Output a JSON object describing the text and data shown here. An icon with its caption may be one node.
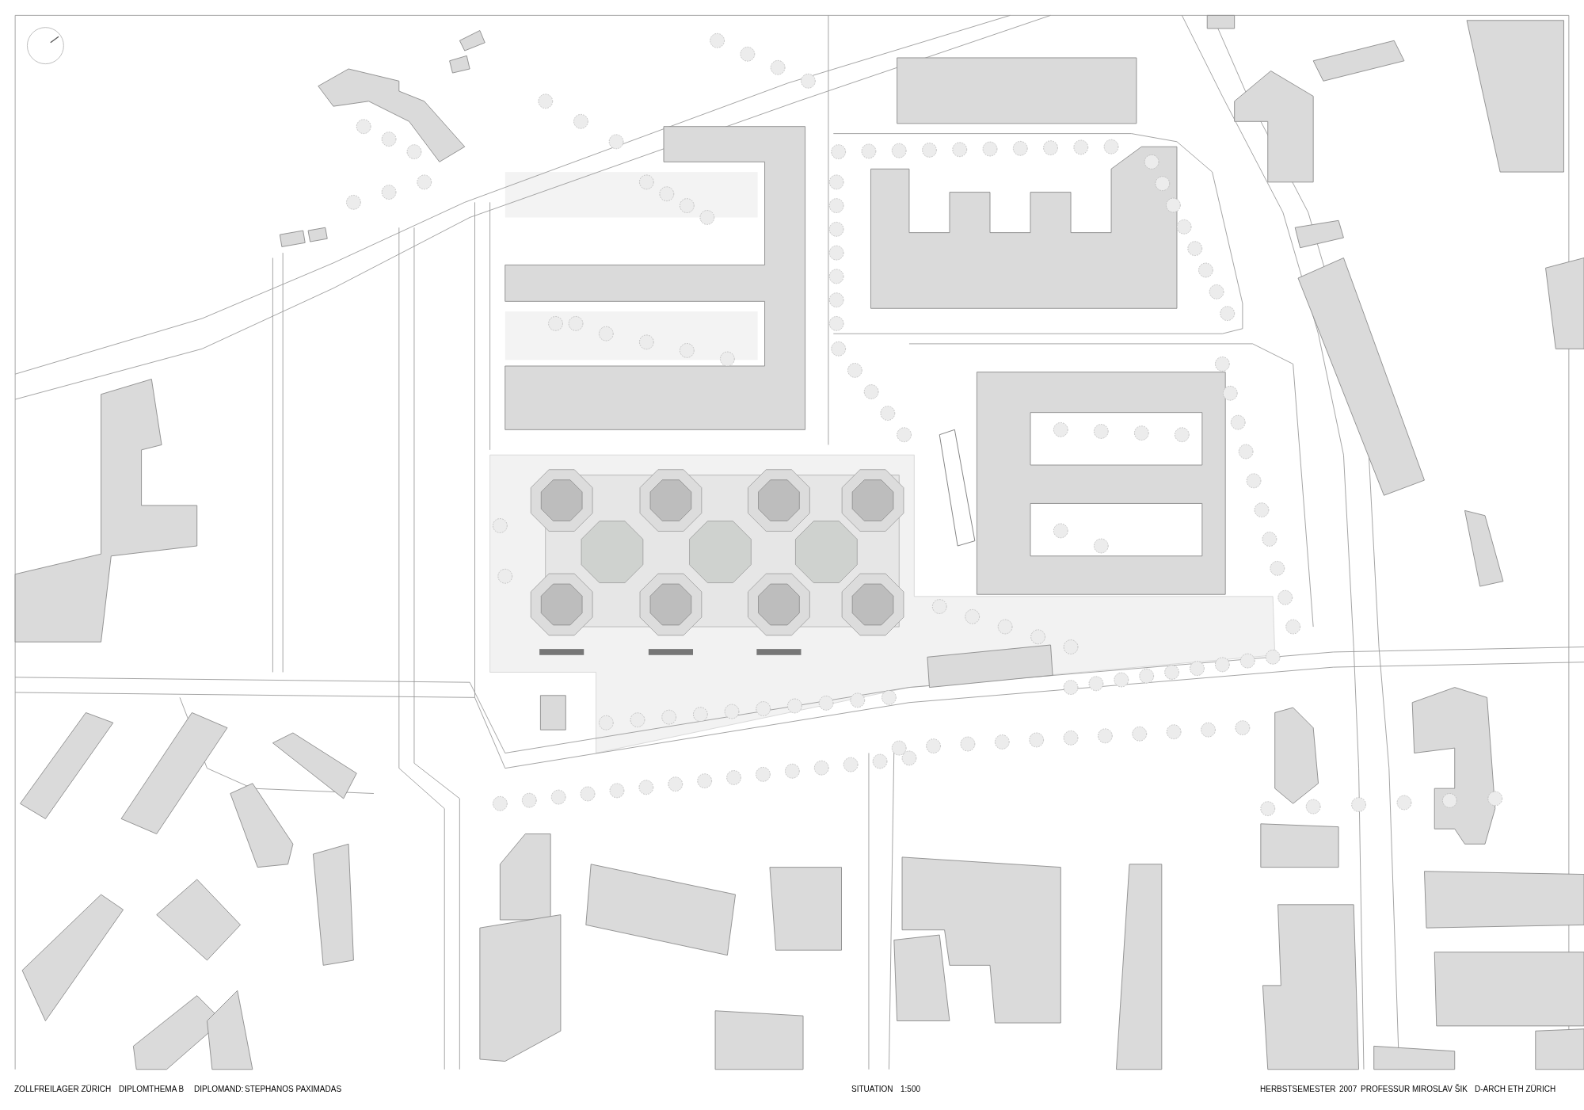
{
  "diagram": {
    "labels": [
      "ZOLLFREILAGER ZÜRICH",
      "DIPLOMTHEMA B",
      "DIPLOMAND:",
      "STEPHANOS PAXIMADAS",
      "SITUATION",
      "1:500",
      "HERBSTSEMESTER",
      "2007",
      "PROFESSUR MIROSLAV ŠIK",
      "D-ARCH ETH ZÜRICH"
    ]
  }
}
